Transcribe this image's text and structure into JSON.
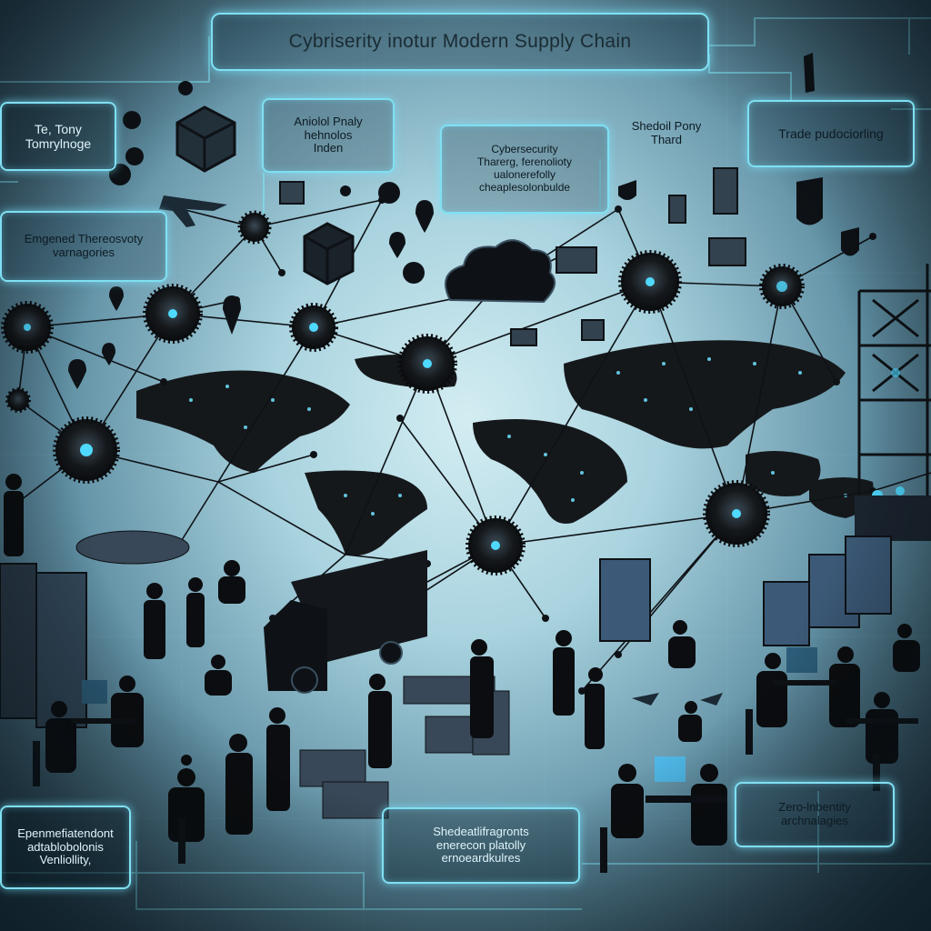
{
  "title": "Cybriserity inotur Modern Supply Chain",
  "labels": {
    "box_left_top": [
      "Te, Tony",
      "Tomrylnoge"
    ],
    "box_mid_top": [
      "Aniolol Pnaly",
      "hehnolos",
      "Inden"
    ],
    "box_center": [
      "Cybersecurity",
      "Tharerg, ferenolioty",
      "ualonerefolly",
      "cheaplesolonbulde"
    ],
    "box_right_mid": [
      "Shedoil Pony",
      "Thard"
    ],
    "box_right_top": [
      "Trade pudociorling"
    ],
    "box_left_mid": [
      "Emgened Thereosvoty",
      "varnagories"
    ],
    "box_bottom_left": [
      "Epenmefiatendont",
      "adtablobolonis",
      "Venliollity,"
    ],
    "box_bottom_center": [
      "Shedeatlifragronts",
      "enerecon platolly",
      "ernoeardkulres"
    ],
    "box_bottom_right": [
      "Zero-lnbentity",
      "archnalagies"
    ]
  },
  "colors": {
    "glow": "#7fe0f2",
    "node": "#15181b",
    "node_glow": "#4fd9ff",
    "silhouette": "#0b0d10",
    "server": "#3c5a78"
  }
}
